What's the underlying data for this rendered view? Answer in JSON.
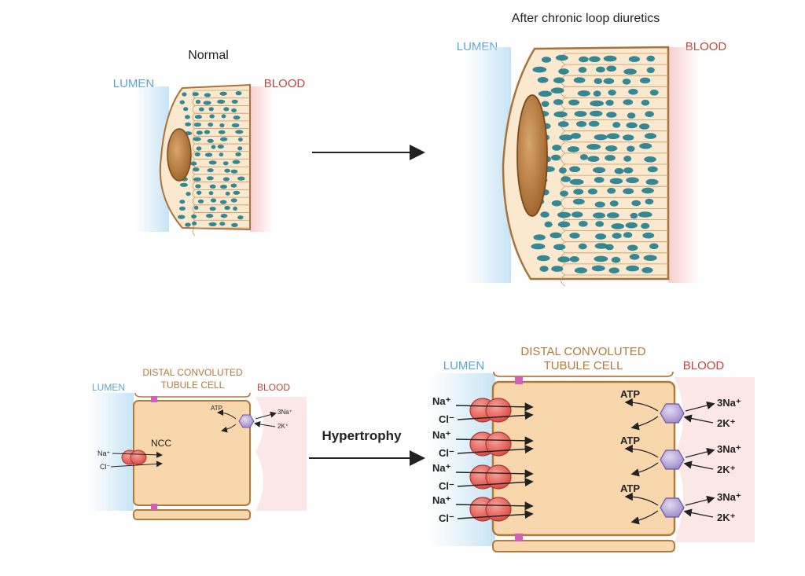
{
  "top": {
    "normal_title": "Normal",
    "after_title": "After chronic loop diuretics",
    "lumen_label": "LUMEN",
    "blood_label": "BLOOD"
  },
  "bottom": {
    "cell_title_line1": "DISTAL CONVOLUTED",
    "cell_title_line2": "TUBULE CELL",
    "cell_title_line1_large": "DISTAL CONVOLUTED",
    "lumen_label": "LUMEN",
    "blood_label": "BLOOD",
    "transporter_label": "NCC",
    "na_label": "Na⁺",
    "cl_label": "Cl⁻",
    "atp_label": "ATP",
    "na3_label": "3Na⁺",
    "k2_label": "2K⁺",
    "arrow_label": "Hypertrophy"
  },
  "colors": {
    "lumen_text": "#5aa6cf",
    "blood_text": "#c0463f",
    "cell_fill": "#f8d7ad",
    "cell_stroke": "#b27a3b",
    "nucleus": "#b77a3d",
    "mito": "#1f7d8c",
    "ncc": "#e0584f",
    "pump": "#b7a6d6"
  }
}
